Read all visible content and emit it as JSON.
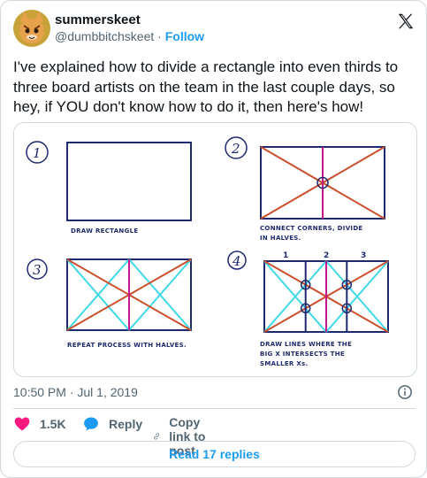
{
  "author": {
    "display_name": "summerskeet",
    "handle": "@dumbbitchskeet",
    "separator": "·",
    "follow_label": "Follow",
    "avatar_icon": "cat-avatar-icon"
  },
  "platform_icon": "x-logo-icon",
  "tweet": {
    "text": "I've explained how to divide a rectangle into even thirds to three board artists on the team in the last couple days, so hey, if YOU don't know how to do it, then here's how!",
    "timestamp": "10:50 PM · Jul 1, 2019"
  },
  "image": {
    "steps": [
      {
        "number": "1",
        "caption_lines": [
          "DRAW RECTANGLE"
        ]
      },
      {
        "number": "2",
        "caption_lines": [
          "CONNECT CORNERS, DIVIDE",
          "IN HALVES."
        ]
      },
      {
        "number": "3",
        "caption_lines": [
          "REPEAT PROCESS WITH HALVES."
        ]
      },
      {
        "number": "4",
        "caption_lines": [
          "DRAW LINES WHERE THE",
          "BIG X INTERSECTS THE",
          "SMALLER Xs."
        ]
      }
    ],
    "column_numbers": [
      "1",
      "2",
      "3"
    ],
    "colors": {
      "outline": "#1f2a6e",
      "diagonal": "#c9502e",
      "half": "#c2188c",
      "thirds_x": "#3fd8e6"
    }
  },
  "actions": {
    "like_count": "1.5K",
    "reply_label": "Reply",
    "copy_label": "Copy link to post"
  },
  "read_replies_label": "Read 17 replies",
  "colors": {
    "accent": "#1d9bf0",
    "like": "#f91880",
    "muted": "#536471"
  }
}
